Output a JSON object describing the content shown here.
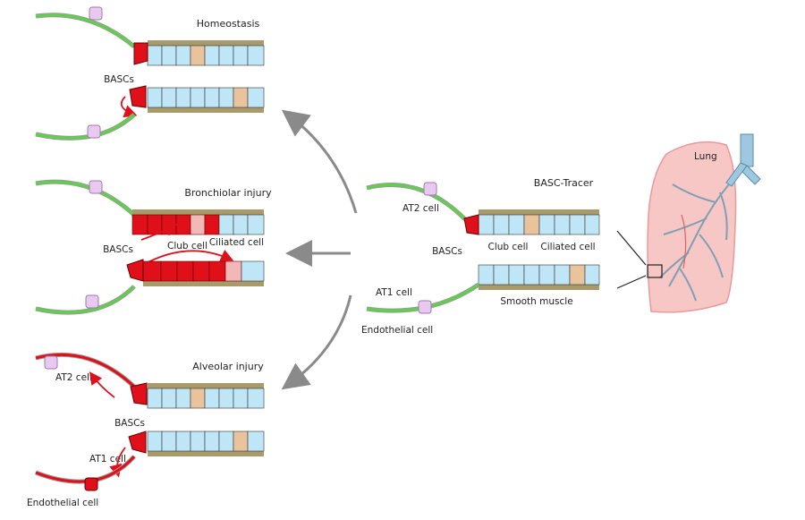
{
  "panels": {
    "homeostasis": {
      "title": "Homeostasis",
      "basc_label": "BASCs"
    },
    "bronchiolar": {
      "title": "Bronchiolar injury",
      "basc_label": "BASCs",
      "club_label": "Club cell",
      "ciliated_label": "Ciliated cell"
    },
    "alveolar": {
      "title": "Alveolar injury",
      "basc_label": "BASCs",
      "at2_label": "AT2 cell",
      "at1_label": "AT1 cell",
      "endo_label": "Endothelial cell"
    }
  },
  "tracer": {
    "title": "BASC-Tracer",
    "labels": {
      "at2": "AT2 cell",
      "bascs": "BASCs",
      "club": "Club cell",
      "ciliated": "Ciliated cell",
      "at1": "AT1 cell",
      "smooth_muscle": "Smooth muscle",
      "endothelial": "Endothelial cell"
    }
  },
  "lung": {
    "label": "Lung"
  },
  "colors": {
    "epithelium": "#bfe6f6",
    "basc_red": "#e0101a",
    "ciliated_tan": "#e8c39b",
    "muscle_olive": "#a89a6a",
    "alveolus_green": "#5fd04a",
    "lung_pink": "#f6c7c4",
    "arrow_grey": "#8a8a8a"
  }
}
